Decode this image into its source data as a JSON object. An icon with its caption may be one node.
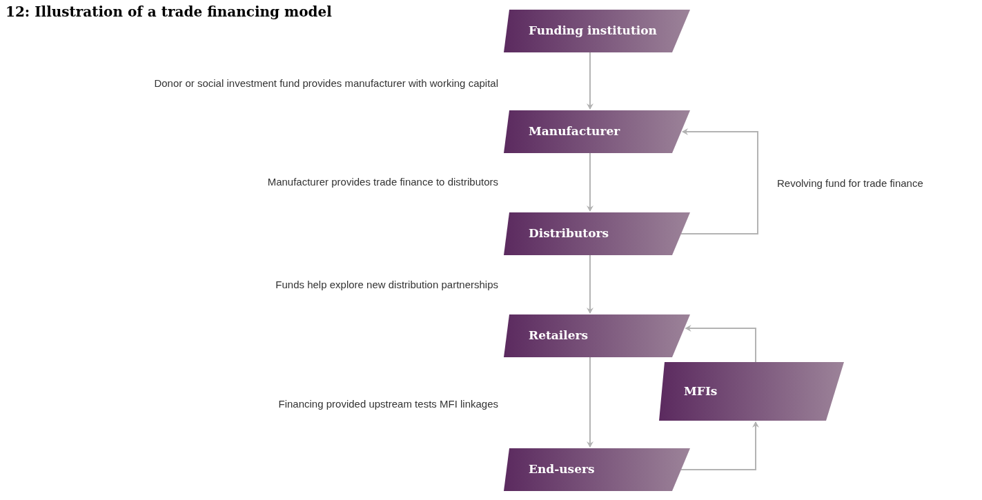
{
  "diagram": {
    "title": "12: Illustration of a trade financing model",
    "nodes": [
      {
        "text": [
          "Funding institution"
        ]
      },
      {
        "text": [
          "Manufacturer"
        ]
      },
      {
        "text": [
          "Distributors"
        ]
      },
      {
        "text": [
          "Retailers"
        ]
      },
      {
        "text": [
          "End-users"
        ]
      },
      {
        "text": [
          "MFIs"
        ]
      }
    ],
    "edges": [
      {
        "from": 0,
        "to": 1,
        "arrow": "to"
      },
      {
        "from": 1,
        "to": 2,
        "arrow": "to"
      },
      {
        "from": 2,
        "to": 1,
        "arrow": "to",
        "label": "Revolving fund for trade finance"
      },
      {
        "from": 2,
        "to": 3,
        "arrow": "to"
      },
      {
        "from": 3,
        "to": 4,
        "arrow": "to"
      },
      {
        "from": 4,
        "to": 5,
        "arrow": "to"
      },
      {
        "from": 5,
        "to": 3,
        "arrow": "to"
      }
    ],
    "labels": [
      "Donor or social investment fund provides manufacturer with working capital",
      "Manufacturer provides trade finance to distributors",
      "Funds help explore new distribution partnerships",
      "Financing provided upstream tests MFI linkages"
    ]
  }
}
